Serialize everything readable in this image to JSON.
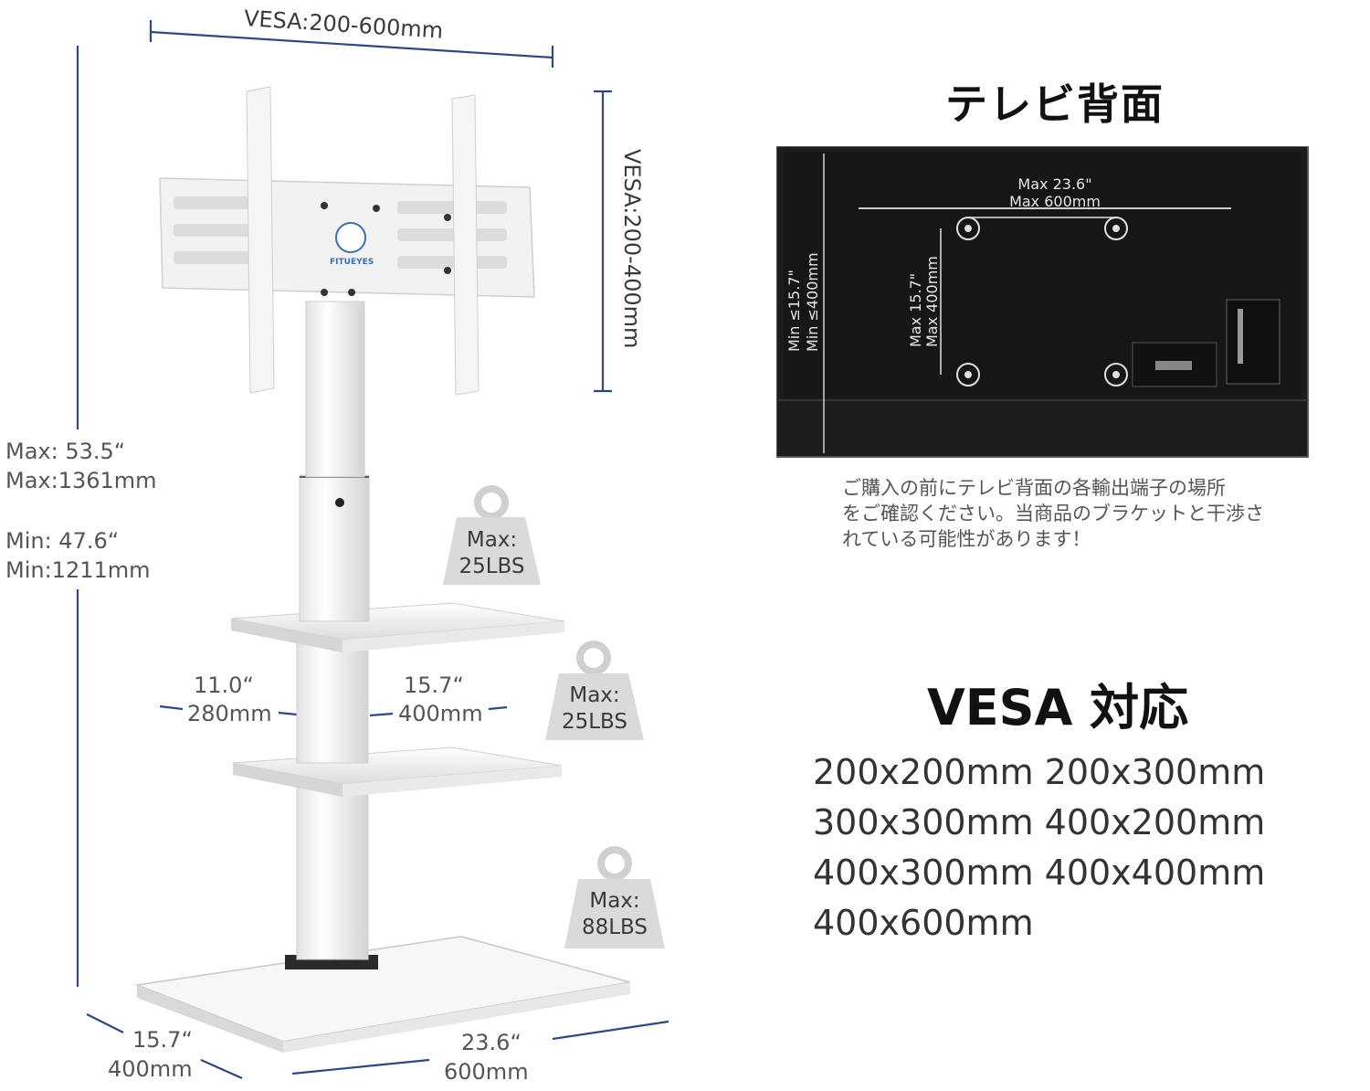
{
  "stand": {
    "top_width": "VESA:200-600mm",
    "side_height": "VESA:200-400mm",
    "logo": "FITUEYES",
    "height_max_in": "Max: 53.5“",
    "height_max_mm": "Max:1361mm",
    "height_min_in": "Min:  47.6“",
    "height_min_mm": "Min:1211mm",
    "shelf_depth_in": "11.0“",
    "shelf_depth_mm": "280mm",
    "shelf_width_in": "15.7“",
    "shelf_width_mm": "400mm",
    "base_depth_in": "15.7“",
    "base_depth_mm": "400mm",
    "base_width_in": "23.6“",
    "base_width_mm": "600mm",
    "weights": [
      {
        "line1": "Max:",
        "line2": "25LBS"
      },
      {
        "line1": "Max:",
        "line2": "25LBS"
      },
      {
        "line1": "Max:",
        "line2": "88LBS"
      }
    ]
  },
  "tv": {
    "title": "テレビ背面",
    "max_w_in": "Max 23.6\"",
    "max_w_mm": "Max 600mm",
    "max_h_in": "Max 15.7\"",
    "max_h_mm": "Max 400mm",
    "min_h_in": "Min ≤15.7\"",
    "min_h_mm": "Min ≤400mm",
    "note_lines": [
      "ご購入の前にテレビ背面の各輸出端子の場所",
      "をご確認ください。当商品のブラケットと干渉さ",
      "れている可能性があります！"
    ]
  },
  "vesa": {
    "title": "VESA 対応",
    "lines": [
      "200x200mm 200x300mm",
      "300x300mm 400x200mm",
      "400x300mm 400x400mm",
      "400x600mm"
    ]
  },
  "colors": {
    "dimension_line": "#2f4a7a",
    "stand_white": "#f4f4f4",
    "stand_shadow": "#cfcfcf",
    "tv_body": "#1b1b1b",
    "weight_tag": "#d9d9d9"
  }
}
